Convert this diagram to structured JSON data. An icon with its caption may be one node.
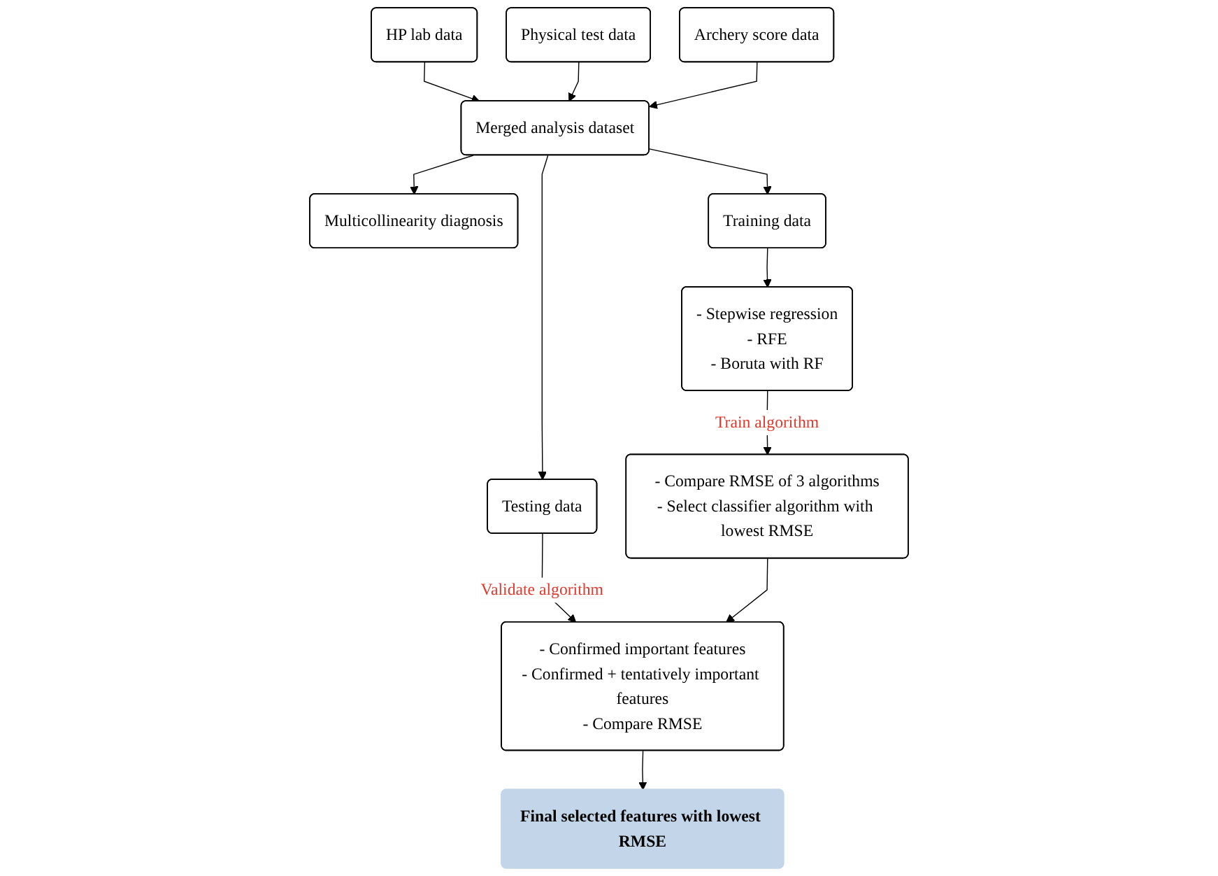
{
  "diagram": {
    "nodes": [
      {
        "text": [
          "HP lab data"
        ]
      },
      {
        "text": [
          "Physical test data"
        ]
      },
      {
        "text": [
          "Archery score data"
        ]
      },
      {
        "text": [
          "Merged analysis dataset"
        ]
      },
      {
        "text": [
          "Multicollinearity diagnosis"
        ]
      },
      {
        "text": [
          "Training data"
        ]
      },
      {
        "text": [
          "Testing data"
        ]
      },
      {
        "text": [
          "- Stepwise regression",
          "- RFE",
          "- Boruta with RF"
        ]
      },
      {
        "text": [
          "- Compare RMSE of 3 algorithms",
          "- Select classifier algorithm with lowest RMSE"
        ]
      },
      {
        "text": [
          "- Confirmed important features",
          "- Confirmed + tentatively important features",
          "- Compare RMSE"
        ]
      },
      {
        "text": [
          "Final selected features with lowest RMSE"
        ]
      }
    ],
    "edges": [
      {
        "from": 0,
        "to": 3,
        "arrow": "to"
      },
      {
        "from": 1,
        "to": 3,
        "arrow": "to"
      },
      {
        "from": 2,
        "to": 3,
        "arrow": "to"
      },
      {
        "from": 3,
        "to": 4,
        "arrow": "to"
      },
      {
        "from": 3,
        "to": 5,
        "arrow": "to"
      },
      {
        "from": 3,
        "to": 6,
        "arrow": "to"
      },
      {
        "from": 5,
        "to": 7,
        "arrow": "to"
      },
      {
        "from": 7,
        "to": 8,
        "arrow": "to",
        "label": "Train algorithm"
      },
      {
        "from": 6,
        "to": 9,
        "arrow": "to",
        "label": "Validate algorithm"
      },
      {
        "from": 8,
        "to": 9,
        "arrow": "to"
      },
      {
        "from": 9,
        "to": 10,
        "arrow": "to"
      }
    ]
  }
}
